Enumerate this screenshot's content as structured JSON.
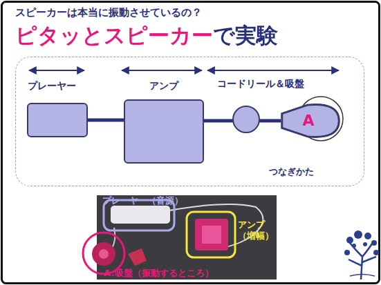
{
  "diagram": {
    "title": "ピタッとスピーカーで実験",
    "nodes": [
      {
        "text": [
          "つなぎかた"
        ]
      },
      {
        "text": [
          "プレーヤー"
        ],
        "in": 0
      },
      {
        "text": [
          "アンプ"
        ],
        "in": 0
      },
      {
        "text": [
          "コードリール＆吸盤",
          "A"
        ],
        "in": 0
      }
    ],
    "edges": [
      {
        "from": 1,
        "to": 2,
        "arrow": "none"
      },
      {
        "from": 2,
        "to": 3,
        "arrow": "none"
      }
    ],
    "labels": [
      "スピーカーは本当に振動させているの？",
      "プレーヤー（音源）",
      "アンプ（増幅）",
      "A:吸盤（振動するところ）"
    ]
  }
}
